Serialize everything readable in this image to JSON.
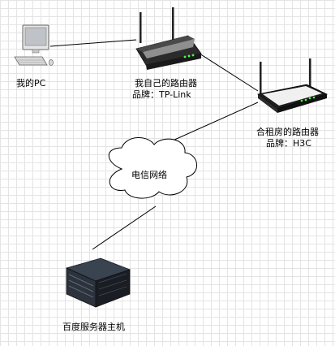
{
  "nodes": {
    "pc": {
      "label": "我的PC"
    },
    "my_router": {
      "name": "我自己的路由器",
      "brand": "品牌：TP-Link"
    },
    "rented_router": {
      "name": "合租房的路由器",
      "brand": "品牌：H3C"
    },
    "internet": {
      "label": "电信网络"
    },
    "server": {
      "label": "百度服务器主机"
    }
  },
  "connections": [
    {
      "from": "pc",
      "to": "my_router"
    },
    {
      "from": "my_router",
      "to": "rented_router"
    },
    {
      "from": "rented_router",
      "to": "internet"
    },
    {
      "from": "internet",
      "to": "server"
    }
  ]
}
